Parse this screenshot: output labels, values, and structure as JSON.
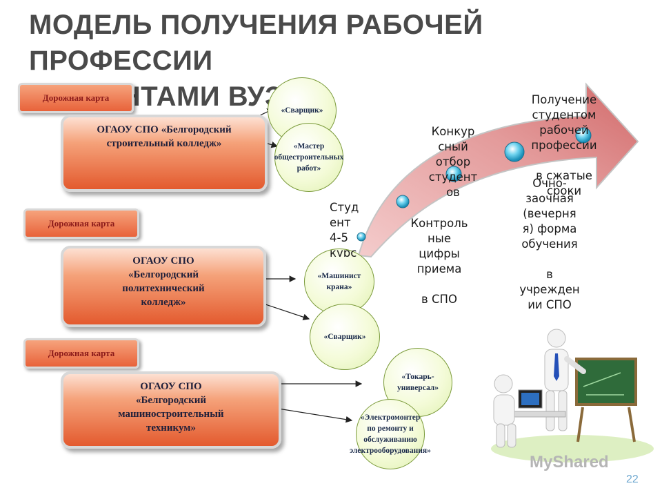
{
  "title": {
    "line1": "МОДЕЛЬ ПОЛУЧЕНИЯ РАБОЧЕЙ ПРОФЕССИИ",
    "line2": "СТУДЕНТАМИ ВУЗОВ"
  },
  "roadmap_label": "Дорожная карта",
  "colleges": [
    {
      "name": "ОГАОУ СПО «Белгородский\nстроительный колледж»",
      "professions": [
        "«Сварщик»",
        "«Мастер\nобщестроительных\nработ»"
      ]
    },
    {
      "name": "ОГАОУ СПО\n«Белгородский\nполитехнический\nколледж»",
      "professions": [
        "«Машинист\nкрана»",
        "«Сварщик»"
      ]
    },
    {
      "name": "ОГАОУ СПО\n«Белгородский\nмашиностроительный\nтехникум»",
      "professions": [
        "«Токарь-универсал»",
        "«Электромонтер\nпо ремонту и обслуживанию\nэлектрооборудования»"
      ]
    }
  ],
  "stages": {
    "students": "Студ\nент\n4-5\nкурс",
    "control": "Контроль\nные\nцифры\nприема\n\nв СПО",
    "competition": "Конкур\nсный\nотбор\nстудент\nов",
    "part_time": "Очно-\nзаочная\n(вечерня\nя) форма\nобучения\n\nв\nучрежден\nии СПО",
    "result": "Получение\nстудентом\nрабочей\nпрофессии\n\nв сжатые\nсроки"
  },
  "watermark": "MyShared",
  "page_number": "22",
  "colors": {
    "title": "#4a4a4a",
    "college_orange": "#e35a2e",
    "tab_text": "#8b1a1a",
    "arrow": "#d88c8c",
    "bubble": "#f4fbd8",
    "step_dot": "#3fb7d8"
  },
  "icons": [
    "teacher-board-illustration"
  ]
}
